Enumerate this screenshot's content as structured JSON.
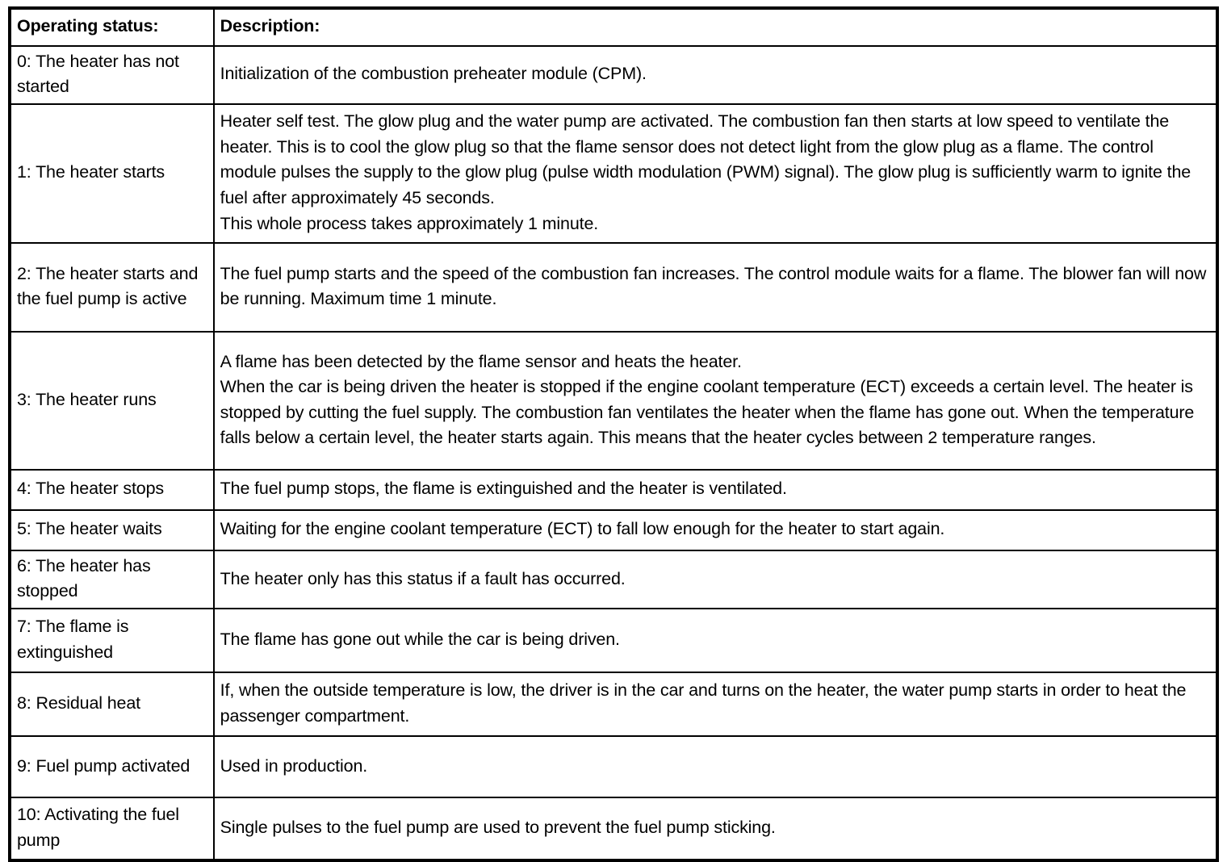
{
  "table": {
    "headers": {
      "status": "Operating status:",
      "description": "Description:"
    },
    "rows": [
      {
        "status": "0: The heater has not started",
        "description": "Initialization of the combustion preheater module (CPM)."
      },
      {
        "status": "1: The heater starts",
        "description": "Heater self test. The glow plug and the water pump are activated. The combustion fan then starts at low speed to ventilate the heater. This is to cool the glow plug so that the flame sensor does not detect light from the glow plug as a flame. The control module pulses the supply to the glow plug (pulse width modulation (PWM) signal). The glow plug is sufficiently warm to ignite the fuel after approximately 45 seconds.\nThis whole process takes approximately 1 minute."
      },
      {
        "status": "2: The heater starts and the fuel pump is active",
        "description": "The fuel pump starts and the speed of the combustion fan increases. The control module waits for a flame. The blower fan will now be running. Maximum time 1 minute."
      },
      {
        "status": "3: The heater runs",
        "description": "A flame has been detected by the flame sensor and heats the heater.\nWhen the car is being driven the heater is stopped if the engine coolant temperature (ECT) exceeds a certain level. The heater is stopped by cutting the fuel supply. The combustion fan ventilates the heater when the flame has gone out. When the temperature falls below a certain level, the heater starts again. This means that the heater cycles between 2 temperature ranges."
      },
      {
        "status": "4: The heater stops",
        "description": "The fuel pump stops, the flame is extinguished and the heater is ventilated."
      },
      {
        "status": "5: The heater waits",
        "description": "Waiting for the engine coolant temperature (ECT) to fall low enough for the heater to start again."
      },
      {
        "status": "6: The heater has stopped",
        "description": "The heater only has this status if a fault has occurred."
      },
      {
        "status": "7: The flame is extinguished",
        "description": "The flame has gone out while the car is being driven."
      },
      {
        "status": "8: Residual heat",
        "description": "If, when the outside temperature is low, the driver is in the car and turns on the heater, the water pump starts in order to heat the passenger compartment."
      },
      {
        "status": "9: Fuel pump activated",
        "description": "Used in production."
      },
      {
        "status": "10: Activating the fuel pump",
        "description": "Single pulses to the fuel pump are used to prevent the fuel pump sticking."
      }
    ]
  },
  "colors": {
    "border": "#000000",
    "background": "#ffffff",
    "text": "#000000"
  }
}
